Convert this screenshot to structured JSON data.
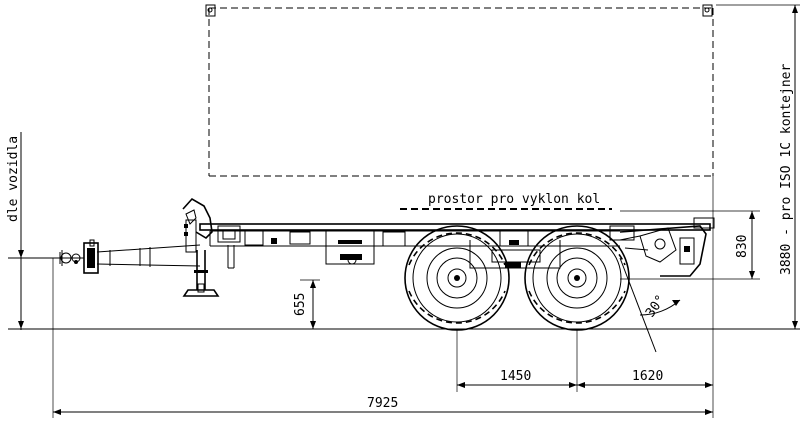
{
  "labels": {
    "container_height_label": "3880 - pro ISO 1C kontejner",
    "coupling_height_label": "dle vozidla",
    "wheel_clearance_label": "prostor pro vyklon kol",
    "platform_height": "830",
    "frame_height": "655",
    "axle_spacing": "1450",
    "rear_overhang": "1620",
    "overall_length": "7925",
    "departure_angle": "30°"
  },
  "colors": {
    "line": "#000000",
    "background": "#ffffff"
  }
}
